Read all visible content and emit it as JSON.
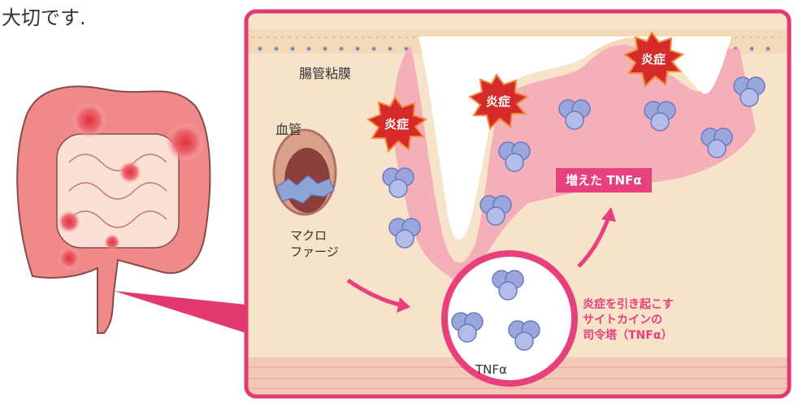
{
  "caption_fragment": "大切です.",
  "labels": {
    "mucosa": "腸管粘膜",
    "vessel": "血管",
    "macrophage": "マクロ\nファージ",
    "increased_tnf": "増えた TNFα",
    "cytokine_note": "炎症を引き起こす\nサイトカインの\n司令塔（TNFα）",
    "tnf": "TNFα"
  },
  "inflammation_label": "炎症",
  "colors": {
    "frame": "#e23a6e",
    "tissue": "#f6e3c9",
    "inflamed": "#f3a6b6",
    "tnf_molecule": "#9aa6dc",
    "accent_pink": "#e8407c",
    "burst": "#d42a2a",
    "intestine": "#f08a8a"
  }
}
